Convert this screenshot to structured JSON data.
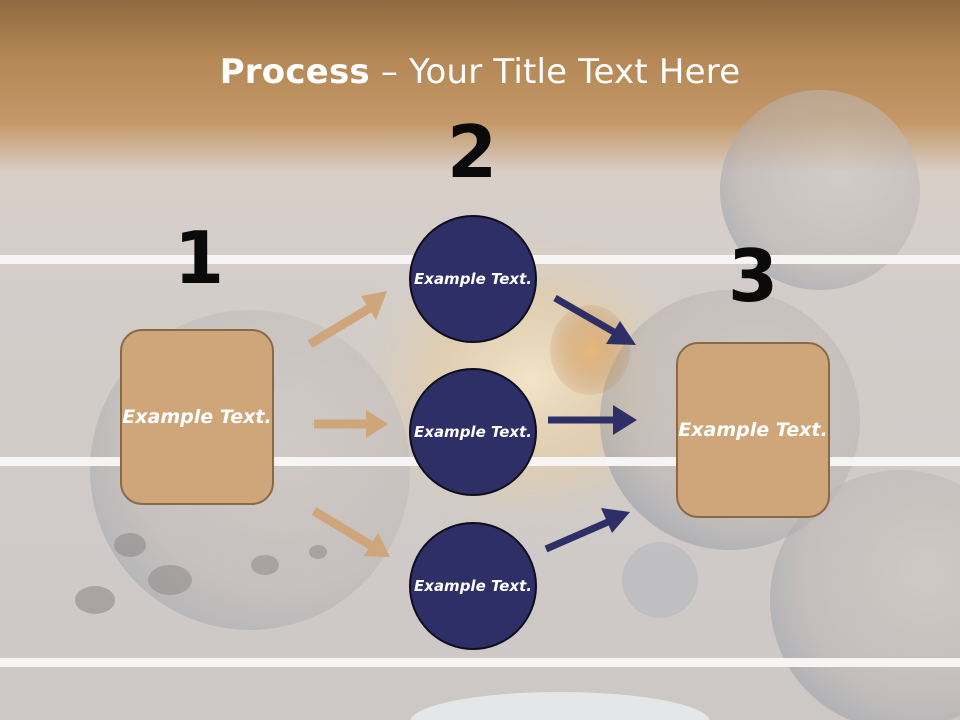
{
  "title": {
    "bold": "Process",
    "rest": " – Your Title Text Here"
  },
  "steps": [
    {
      "number": "1",
      "label": "Example Text."
    },
    {
      "number": "2",
      "items": [
        "Example Text.",
        "Example Text.",
        "Example Text."
      ]
    },
    {
      "number": "3",
      "label": "Example Text."
    }
  ],
  "colors": {
    "box_fill": "#cfa67a",
    "circle_fill": "#2e2f66",
    "tan_arrow": "#cfa67a",
    "navy_arrow": "#2e2f66",
    "title_band": "#b98c56"
  }
}
